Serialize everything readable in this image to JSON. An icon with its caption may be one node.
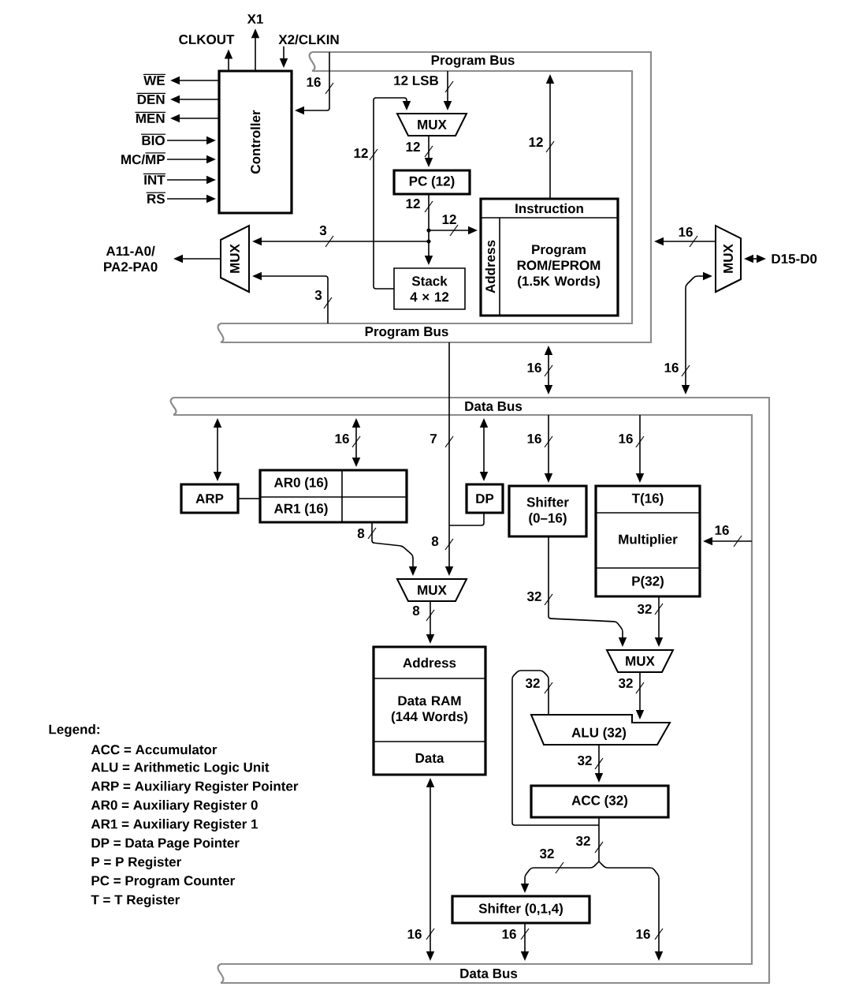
{
  "diagram": {
    "nodes": [
      {
        "text": [
          "CLKOUT"
        ]
      },
      {
        "text": [
          "X1"
        ]
      },
      {
        "text": [
          "X2/CLKIN"
        ]
      },
      {
        "text": [
          "WE"
        ]
      },
      {
        "text": [
          "DEN"
        ]
      },
      {
        "text": [
          "MEN"
        ]
      },
      {
        "text": [
          "BIO"
        ]
      },
      {
        "text": [
          "MC/MP"
        ]
      },
      {
        "text": [
          "INT"
        ]
      },
      {
        "text": [
          "RS"
        ]
      },
      {
        "text": [
          "Controller"
        ],
        "in": 13
      },
      {
        "text": [
          "A11-A0/ PA2-PA0"
        ]
      },
      {
        "text": [
          "MUX"
        ],
        "in": 13
      },
      {
        "text": [
          "Program Bus",
          "Program Bus"
        ]
      },
      {
        "text": [
          "MUX"
        ],
        "in": 13
      },
      {
        "text": [
          "PC (12)"
        ],
        "in": 13
      },
      {
        "text": [
          "Stack 4 × 12"
        ],
        "in": 13
      },
      {
        "text": [
          "Instruction",
          "Address",
          "Program ROM/EPROM (1.5K Words)"
        ],
        "in": 13
      },
      {
        "text": [
          "MUX"
        ]
      },
      {
        "text": [
          "D15-D0"
        ]
      },
      {
        "text": [
          "Data Bus",
          "Data Bus"
        ]
      },
      {
        "text": [
          "ARP"
        ],
        "in": 20
      },
      {
        "text": [
          "AR0 (16)",
          "AR1 (16)"
        ],
        "in": 20
      },
      {
        "text": [
          "DP"
        ],
        "in": 20
      },
      {
        "text": [
          "Shifter (0–16)"
        ],
        "in": 20
      },
      {
        "text": [
          "T(16)",
          "Multiplier",
          "P(32)"
        ],
        "in": 20
      },
      {
        "text": [
          "MUX"
        ],
        "in": 20
      },
      {
        "text": [
          "Address",
          "Data RAM (144 Words)",
          "Data"
        ],
        "in": 20
      },
      {
        "text": [
          "MUX"
        ],
        "in": 20
      },
      {
        "text": [
          "ALU (32)"
        ],
        "in": 20
      },
      {
        "text": [
          "ACC (32)"
        ],
        "in": 20
      },
      {
        "text": [
          "Shifter (0,1,4)"
        ],
        "in": 20
      }
    ],
    "edges": [
      {
        "from": 10,
        "to": 0,
        "arrow": "to"
      },
      {
        "from": 10,
        "to": 1,
        "arrow": "to"
      },
      {
        "from": 2,
        "to": 10,
        "arrow": "to"
      },
      {
        "from": 10,
        "to": 3,
        "arrow": "to"
      },
      {
        "from": 10,
        "to": 4,
        "arrow": "to"
      },
      {
        "from": 10,
        "to": 5,
        "arrow": "to"
      },
      {
        "from": 6,
        "to": 10,
        "arrow": "to"
      },
      {
        "from": 7,
        "to": 10,
        "arrow": "to"
      },
      {
        "from": 8,
        "to": 10,
        "arrow": "to"
      },
      {
        "from": 9,
        "to": 10,
        "arrow": "to"
      },
      {
        "from": 13,
        "to": 10,
        "arrow": "to",
        "label": "16"
      },
      {
        "from": 12,
        "to": 11,
        "arrow": "to"
      },
      {
        "from": 15,
        "to": 12,
        "arrow": "to",
        "label": "3"
      },
      {
        "from": 13,
        "to": 12,
        "arrow": "to",
        "label": "3"
      },
      {
        "from": 13,
        "to": 14,
        "arrow": "to",
        "label": "12 LSB"
      },
      {
        "from": 16,
        "to": 14,
        "arrow": "to",
        "label": "12"
      },
      {
        "from": 14,
        "to": 15,
        "arrow": "to",
        "label": "12"
      },
      {
        "from": 15,
        "to": 16,
        "arrow": "to",
        "label": "12"
      },
      {
        "from": 15,
        "to": 17,
        "arrow": "to",
        "label": "12"
      },
      {
        "from": 17,
        "to": 13,
        "arrow": "to",
        "label": "12"
      },
      {
        "from": 18,
        "to": 13,
        "arrow": "to",
        "label": "16"
      },
      {
        "from": 18,
        "to": 19,
        "arrow": "both"
      },
      {
        "from": 20,
        "to": 18,
        "arrow": "both",
        "label": "16"
      },
      {
        "from": 13,
        "to": 20,
        "arrow": "both",
        "label": "16"
      },
      {
        "from": 13,
        "to": 26,
        "arrow": "to",
        "label": "7"
      },
      {
        "from": 20,
        "to": 21,
        "arrow": "both"
      },
      {
        "from": 20,
        "to": 22,
        "arrow": "both",
        "label": "16"
      },
      {
        "from": 21,
        "to": 22,
        "arrow": "none"
      },
      {
        "from": 22,
        "to": 26,
        "arrow": "to",
        "label": "8"
      },
      {
        "from": 20,
        "to": 23,
        "arrow": "both"
      },
      {
        "from": 23,
        "to": 26,
        "arrow": "to",
        "label": "8"
      },
      {
        "from": 26,
        "to": 27,
        "arrow": "to",
        "label": "8"
      },
      {
        "from": 27,
        "to": 20,
        "arrow": "both",
        "label": "16"
      },
      {
        "from": 20,
        "to": 24,
        "arrow": "to",
        "label": "16"
      },
      {
        "from": 20,
        "to": 25,
        "arrow": "to",
        "label": "16"
      },
      {
        "from": 20,
        "to": 25,
        "arrow": "to",
        "label": "16"
      },
      {
        "from": 24,
        "to": 28,
        "arrow": "to",
        "label": "32"
      },
      {
        "from": 25,
        "to": 28,
        "arrow": "to",
        "label": "32"
      },
      {
        "from": 28,
        "to": 29,
        "arrow": "to",
        "label": "32"
      },
      {
        "from": 29,
        "to": 30,
        "arrow": "to",
        "label": "32"
      },
      {
        "from": 30,
        "to": 29,
        "arrow": "none",
        "label": "32"
      },
      {
        "from": 30,
        "to": 31,
        "arrow": "to",
        "label": "32"
      },
      {
        "from": 30,
        "to": 20,
        "arrow": "to",
        "label": "16"
      },
      {
        "from": 31,
        "to": 20,
        "arrow": "to",
        "label": "16"
      }
    ],
    "labels": [
      "Legend:",
      "32"
    ],
    "legend": [
      {
        "text": "ACC = Accumulator"
      },
      {
        "text": "ALU = Arithmetic Logic Unit"
      },
      {
        "text": "ARP = Auxiliary Register Pointer"
      },
      {
        "text": "AR0 = Auxiliary Register 0"
      },
      {
        "text": "AR1 = Auxiliary Register 1"
      },
      {
        "text": "DP = Data Page Pointer"
      },
      {
        "text": "P = P Register"
      },
      {
        "text": "PC = Program Counter"
      },
      {
        "text": "T = T Register"
      }
    ]
  }
}
